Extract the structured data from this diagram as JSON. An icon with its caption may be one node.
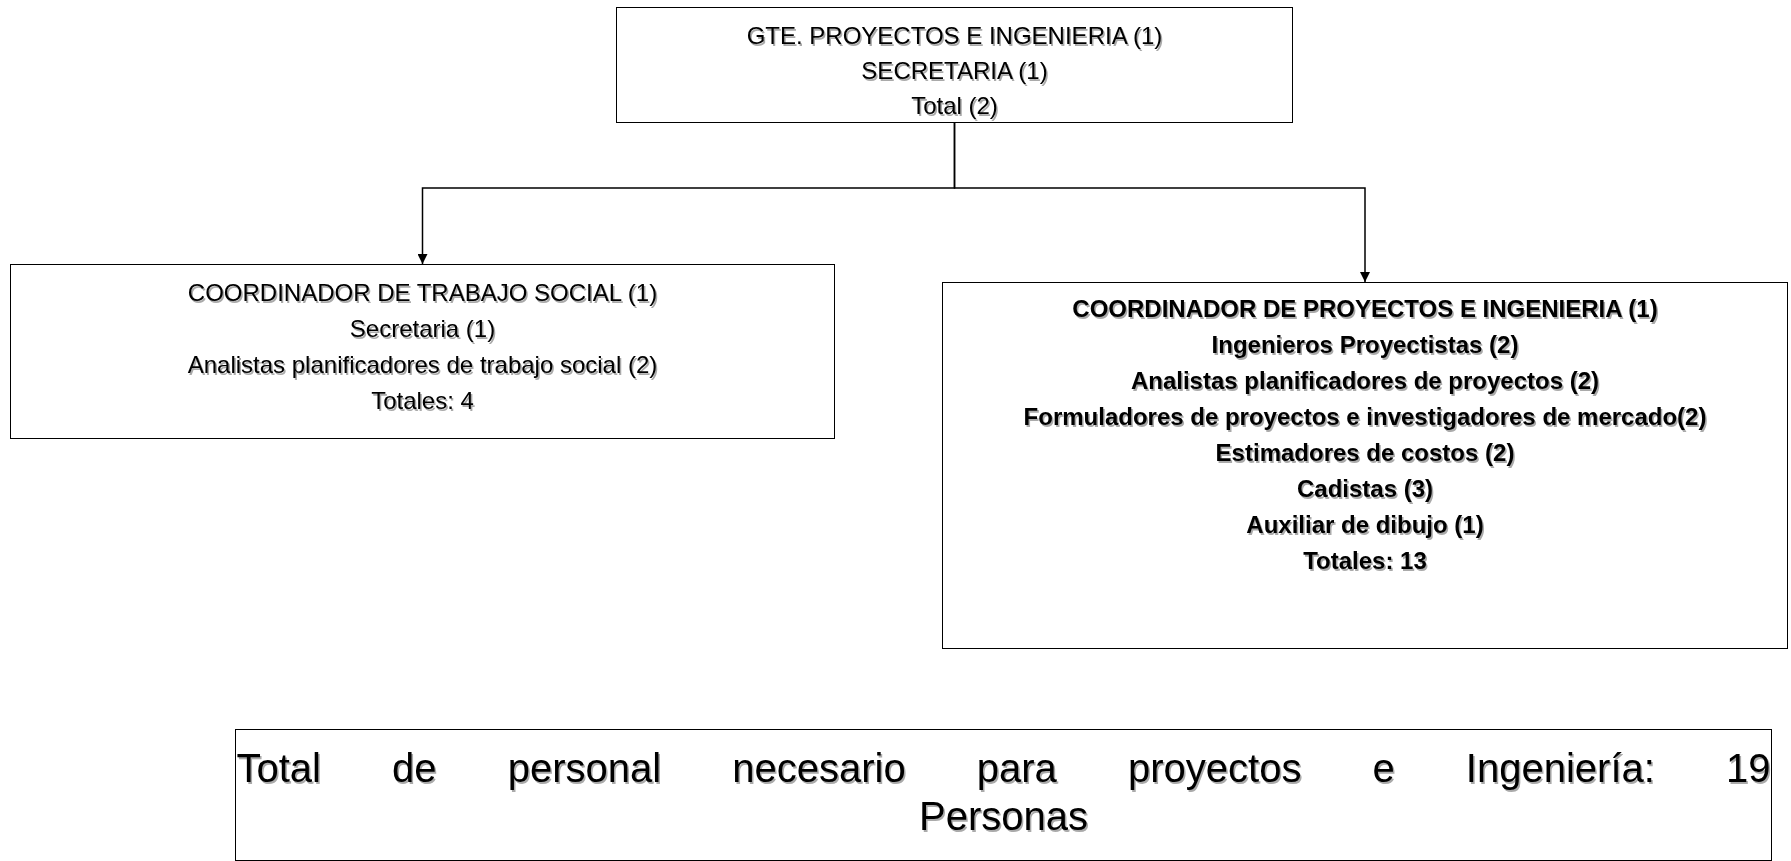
{
  "diagram": {
    "nodes": [
      {
        "text": [
          "GTE. PROYECTOS E INGENIERIA (1)",
          "SECRETARIA (1)",
          "Total (2)"
        ]
      },
      {
        "text": [
          "COORDINADOR DE TRABAJO SOCIAL (1)",
          "Secretaria (1)",
          "Analistas planificadores de  trabajo social (2)",
          "Totales: 4"
        ]
      },
      {
        "text": [
          "COORDINADOR DE PROYECTOS E INGENIERIA (1)",
          "Ingenieros Proyectistas (2)",
          "Analistas planificadores de proyectos  (2)",
          "Formuladores de proyectos e investigadores de mercado(2)",
          "Estimadores de costos (2)",
          "Cadistas (3)",
          "Auxiliar de dibujo (1)",
          "Totales: 13"
        ]
      },
      {
        "text": [
          "Total de personal necesario para proyectos e Ingeniería: 19 Personas"
        ]
      }
    ],
    "edges": [
      {
        "from": 0,
        "to": 1,
        "arrow": "to"
      },
      {
        "from": 0,
        "to": 2,
        "arrow": "to"
      }
    ]
  }
}
